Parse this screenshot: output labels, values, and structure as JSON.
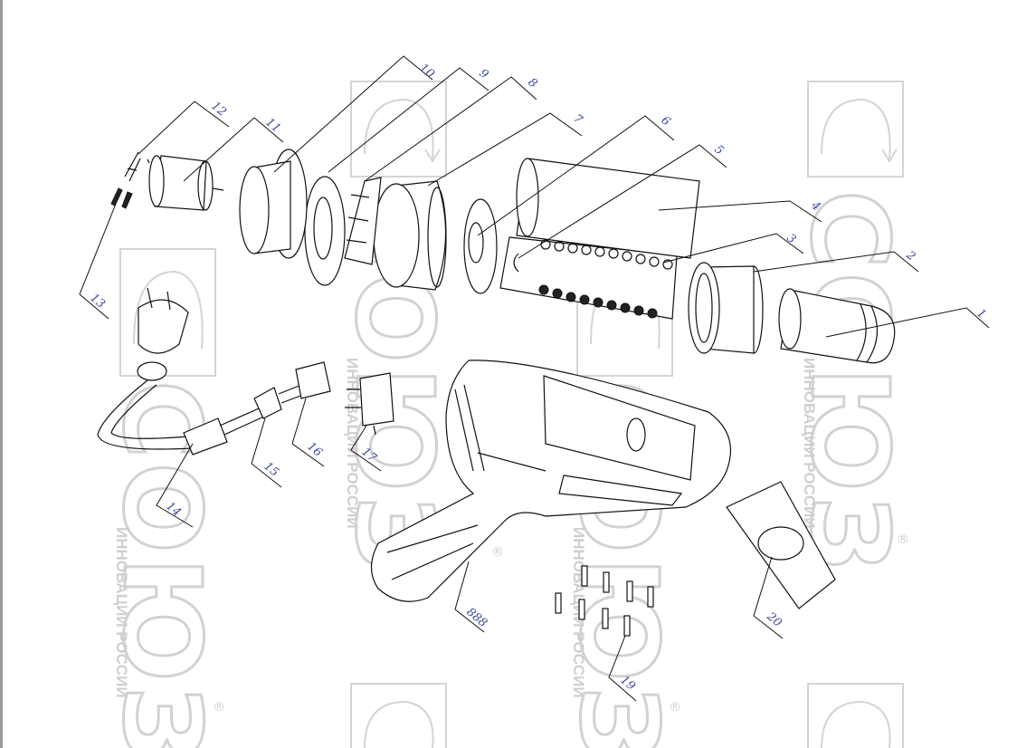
{
  "diagram": {
    "title": "Heat gun exploded parts diagram",
    "watermark": {
      "brand": "СОЮЗ",
      "tagline": "ИННОВАЦИИ РОССИИ",
      "mark": "®"
    },
    "labels": {
      "p1": "1",
      "p2": "2",
      "p3": "3",
      "p4": "4",
      "p5": "5",
      "p6": "6",
      "p7": "7",
      "p8": "8",
      "p9": "9",
      "p10": "10",
      "p11": "11",
      "p12": "12",
      "p13": "13",
      "p14": "14",
      "p15": "15",
      "p16": "16",
      "p17": "17",
      "p888": "888",
      "p19": "19",
      "p20": "20"
    },
    "colors": {
      "label": "#3a4a9a",
      "line": "#111111",
      "watermark": "#d2d2d2"
    }
  }
}
